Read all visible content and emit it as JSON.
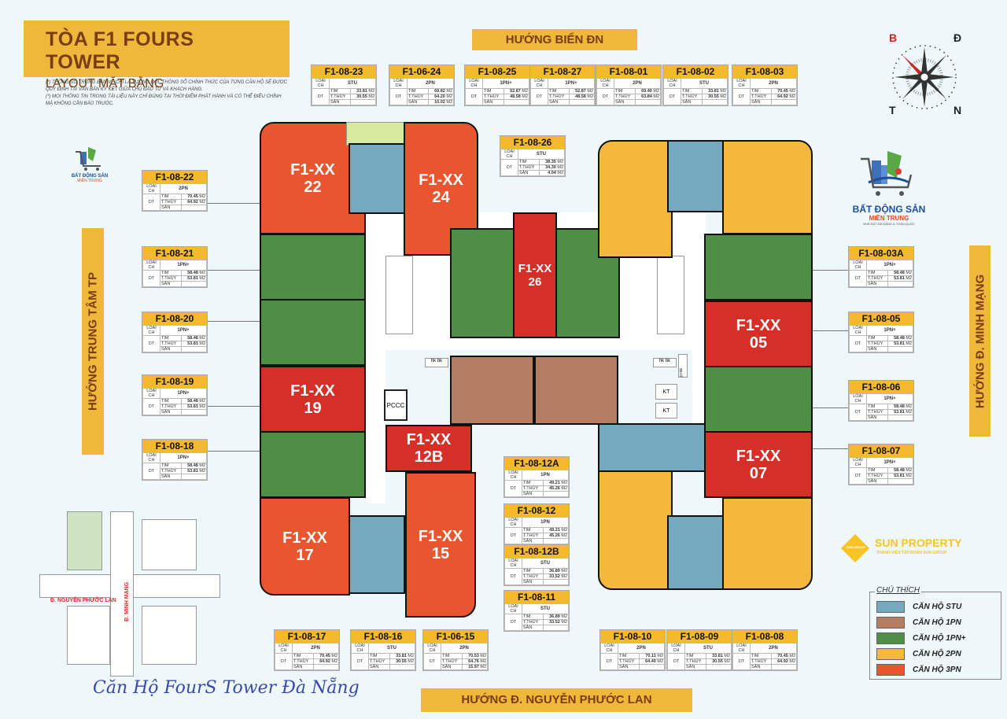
{
  "header": {
    "title": "TÒA F1 FOURS TOWER",
    "subtitle": "LAYOUT MẶT BẰNG",
    "notes": [
      "(*) THÔNG SỐ TRONG BẢN VẼ CHỈ LÀ TƯƠNG ĐỐI, THÔNG SỐ CHÍNH THỨC CỦA TỪNG CĂN HỘ SẼ ĐƯỢC QUY ĐỊNH TẠI VĂN BẢN KÝ KẾT GIỮA CHỦ ĐẦU TƯ VÀ KHÁCH HÀNG.",
      "(*) MỌI THÔNG TIN TRONG TÀI LIỆU NÀY CHỈ ĐÚNG TẠI THỜI ĐIỂM PHÁT HÀNH VÀ CÓ THỂ ĐIỀU CHỈNH MÀ KHÔNG CẦN BÁO TRƯỚC."
    ]
  },
  "directions": {
    "top": "HƯỚNG BIỂN ĐN",
    "bottom": "HƯỚNG Đ. NGUYỄN PHƯỚC LAN",
    "left": "HƯỚNG TRUNG TÂM TP",
    "right": "HƯỚNG Đ. MINH MẠNG"
  },
  "compass": {
    "nw": "B",
    "ne": "Đ",
    "sw": "T",
    "se": "N"
  },
  "card_labels": {
    "type": "LOẠI CH",
    "area": "DT",
    "tim": "TIM",
    "thuy": "T.THỦY",
    "san": "SÂN",
    "unit": "M2"
  },
  "cards": [
    {
      "id": "F1-08-23",
      "type": "STU",
      "tim": "33.81",
      "thuy": "30.55",
      "san": ""
    },
    {
      "id": "F1-06-24",
      "type": "2PN",
      "tim": "69.82",
      "thuy": "64.20",
      "san": "10.02"
    },
    {
      "id": "F1-08-25",
      "type": "1PN+",
      "tim": "52.87",
      "thuy": "48.58",
      "san": ""
    },
    {
      "id": "F1-08-27",
      "type": "1PN+",
      "tim": "52.87",
      "thuy": "48.58",
      "san": ""
    },
    {
      "id": "F1-08-01",
      "type": "2PN",
      "tim": "69.40",
      "thuy": "63.84",
      "san": ""
    },
    {
      "id": "F1-08-02",
      "type": "STU",
      "tim": "33.81",
      "thuy": "30.55",
      "san": ""
    },
    {
      "id": "F1-08-03",
      "type": "2PN",
      "tim": "70.45",
      "thuy": "64.92",
      "san": ""
    },
    {
      "id": "F1-08-26",
      "type": "STU",
      "tim": "38.35",
      "thuy": "34.30",
      "san": "4.04"
    },
    {
      "id": "F1-08-22",
      "type": "2PN",
      "tim": "70.45",
      "thuy": "64.92",
      "san": ""
    },
    {
      "id": "F1-08-21",
      "type": "1PN+",
      "tim": "58.48",
      "thuy": "53.81",
      "san": ""
    },
    {
      "id": "F1-08-20",
      "type": "1PN+",
      "tim": "58.48",
      "thuy": "53.81",
      "san": ""
    },
    {
      "id": "F1-08-19",
      "type": "1PN+",
      "tim": "58.48",
      "thuy": "53.81",
      "san": ""
    },
    {
      "id": "F1-08-18",
      "type": "1PN+",
      "tim": "58.48",
      "thuy": "53.81",
      "san": ""
    },
    {
      "id": "F1-08-03A",
      "type": "1PN+",
      "tim": "58.48",
      "thuy": "53.81",
      "san": ""
    },
    {
      "id": "F1-08-05",
      "type": "1PN+",
      "tim": "58.48",
      "thuy": "53.81",
      "san": ""
    },
    {
      "id": "F1-08-06",
      "type": "1PN+",
      "tim": "58.48",
      "thuy": "53.81",
      "san": ""
    },
    {
      "id": "F1-08-07",
      "type": "1PN+",
      "tim": "58.48",
      "thuy": "53.81",
      "san": ""
    },
    {
      "id": "F1-08-12A",
      "type": "1PN",
      "tim": "49.21",
      "thuy": "45.26",
      "san": ""
    },
    {
      "id": "F1-08-12",
      "type": "1PN",
      "tim": "49.21",
      "thuy": "45.26",
      "san": ""
    },
    {
      "id": "F1-08-12B",
      "type": "STU",
      "tim": "36.89",
      "thuy": "33.52",
      "san": ""
    },
    {
      "id": "F1-08-11",
      "type": "STU",
      "tim": "36.89",
      "thuy": "33.52",
      "san": ""
    },
    {
      "id": "F1-08-17",
      "type": "2PN",
      "tim": "70.45",
      "thuy": "64.92",
      "san": ""
    },
    {
      "id": "F1-08-16",
      "type": "STU",
      "tim": "33.81",
      "thuy": "30.55",
      "san": ""
    },
    {
      "id": "F1-06-15",
      "type": "2PN",
      "tim": "70.53",
      "thuy": "64.76",
      "san": "15.97"
    },
    {
      "id": "F1-08-10",
      "type": "2PN",
      "tim": "70.11",
      "thuy": "64.40",
      "san": ""
    },
    {
      "id": "F1-08-09",
      "type": "STU",
      "tim": "33.81",
      "thuy": "30.55",
      "san": ""
    },
    {
      "id": "F1-08-08",
      "type": "2PN",
      "tim": "70.45",
      "thuy": "64.92",
      "san": ""
    }
  ],
  "highlighted_units": [
    {
      "line1": "F1-XX",
      "line2": "22"
    },
    {
      "line1": "F1-XX",
      "line2": "24"
    },
    {
      "line1": "F1-XX",
      "line2": "26"
    },
    {
      "line1": "F1-XX",
      "line2": "05"
    },
    {
      "line1": "F1-XX",
      "line2": "19"
    },
    {
      "line1": "F1-XX",
      "line2": "12B"
    },
    {
      "line1": "F1-XX",
      "line2": "07"
    },
    {
      "line1": "F1-XX",
      "line2": "17"
    },
    {
      "line1": "F1-XX",
      "line2": "15"
    }
  ],
  "plan_labels": {
    "pccc": "PCCC",
    "hk_bk_left": "hk bk",
    "hk_bk_right": "hk bk",
    "kt1": "KT",
    "kt2": "KT",
    "p_rac": "p.rác"
  },
  "legend": {
    "caption": "CHÚ THÍCH",
    "items": [
      {
        "label": "CĂN HỘ STU",
        "color": "#75a9bd"
      },
      {
        "label": "CĂN HỘ 1PN",
        "color": "#b57e63"
      },
      {
        "label": "CĂN HỘ 1PN+",
        "color": "#4f8f45"
      },
      {
        "label": "CĂN HỘ 2PN",
        "color": "#f4b93c"
      },
      {
        "label": "CĂN HỘ 3PN",
        "color": "#e8552e"
      }
    ]
  },
  "logos": {
    "bds_name": "BẤT ĐỘNG SẢN",
    "bds_region": "MIỀN TRUNG",
    "bds_tag": "NHÀ ĐẤT ĐÀ NẴNG & TOÀN QUỐC",
    "sun_name": "SUN PROPERTY",
    "sun_tag": "THÀNH VIÊN TẬP ĐOÀN SUN GROUP",
    "sun_badge": "SUN GROUP"
  },
  "minimap": {
    "road1": "Đ. NGUYỄN PHƯỚC LAN",
    "road2": "Đ. MINH MẠNG"
  },
  "footer_script": "Căn Hộ FourS Tower Đà Nẵng"
}
